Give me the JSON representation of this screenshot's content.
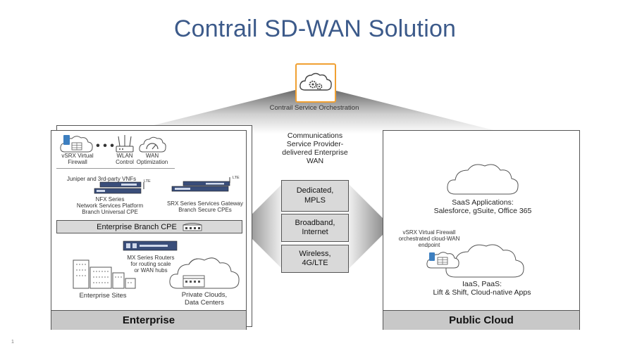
{
  "title": "Contrail SD-WAN Solution",
  "orchestration": {
    "label": "Contrail Service Orchestration",
    "icon": "cloud-gears-icon"
  },
  "provider": {
    "label": "Communications Service Provider- delivered Enterprise WAN"
  },
  "wan_options": [
    {
      "label_line1": "Dedicated,",
      "label_line2": "MPLS"
    },
    {
      "label_line1": "Broadband,",
      "label_line2": "Internet"
    },
    {
      "label_line1": "Wireless,",
      "label_line2": "4G/LTE"
    }
  ],
  "enterprise": {
    "footer": "Enterprise",
    "vsrx_label_1": "vSRX Virtual",
    "vsrx_label_2": "Firewall",
    "wlan_label_1": "WLAN",
    "wlan_label_2": "Control",
    "wanopt_label_1": "WAN",
    "wanopt_label_2": "Optimization",
    "vnfs_label": "Juniper and 3rd-party VNFs",
    "lte": "LTE",
    "nfx_line1": "NFX Series",
    "nfx_line2": "Network Services Platform",
    "nfx_line3": "Branch Universal CPE",
    "srx_line1": "SRX Series Services Gateway",
    "srx_line2": "Branch Secure CPEs",
    "cpe_bar": "Enterprise Branch CPE",
    "mx_line1": "MX Series Routers",
    "mx_line2": "for routing scale",
    "mx_line3": "or WAN hubs",
    "sites_label": "Enterprise Sites",
    "private_line1": "Private Clouds,",
    "private_line2": "Data Centers"
  },
  "public_cloud": {
    "footer": "Public Cloud",
    "saas_line1": "SaaS Applications:",
    "saas_line2": "Salesforce, gSuite, Office 365",
    "vsrx_line1": "vSRX Virtual Firewall",
    "vsrx_line2": "orchestrated cloud-WAN",
    "vsrx_line3": "endpoint",
    "iaas_line1": "IaaS, PaaS:",
    "iaas_line2": "Lift & Shift, Cloud-native Apps"
  },
  "page_number": "1",
  "colors": {
    "title": "#3c5a8a",
    "accent": "#f0a032",
    "footer_bg": "#c8c8c8",
    "box_bg": "#d9d9d9"
  }
}
